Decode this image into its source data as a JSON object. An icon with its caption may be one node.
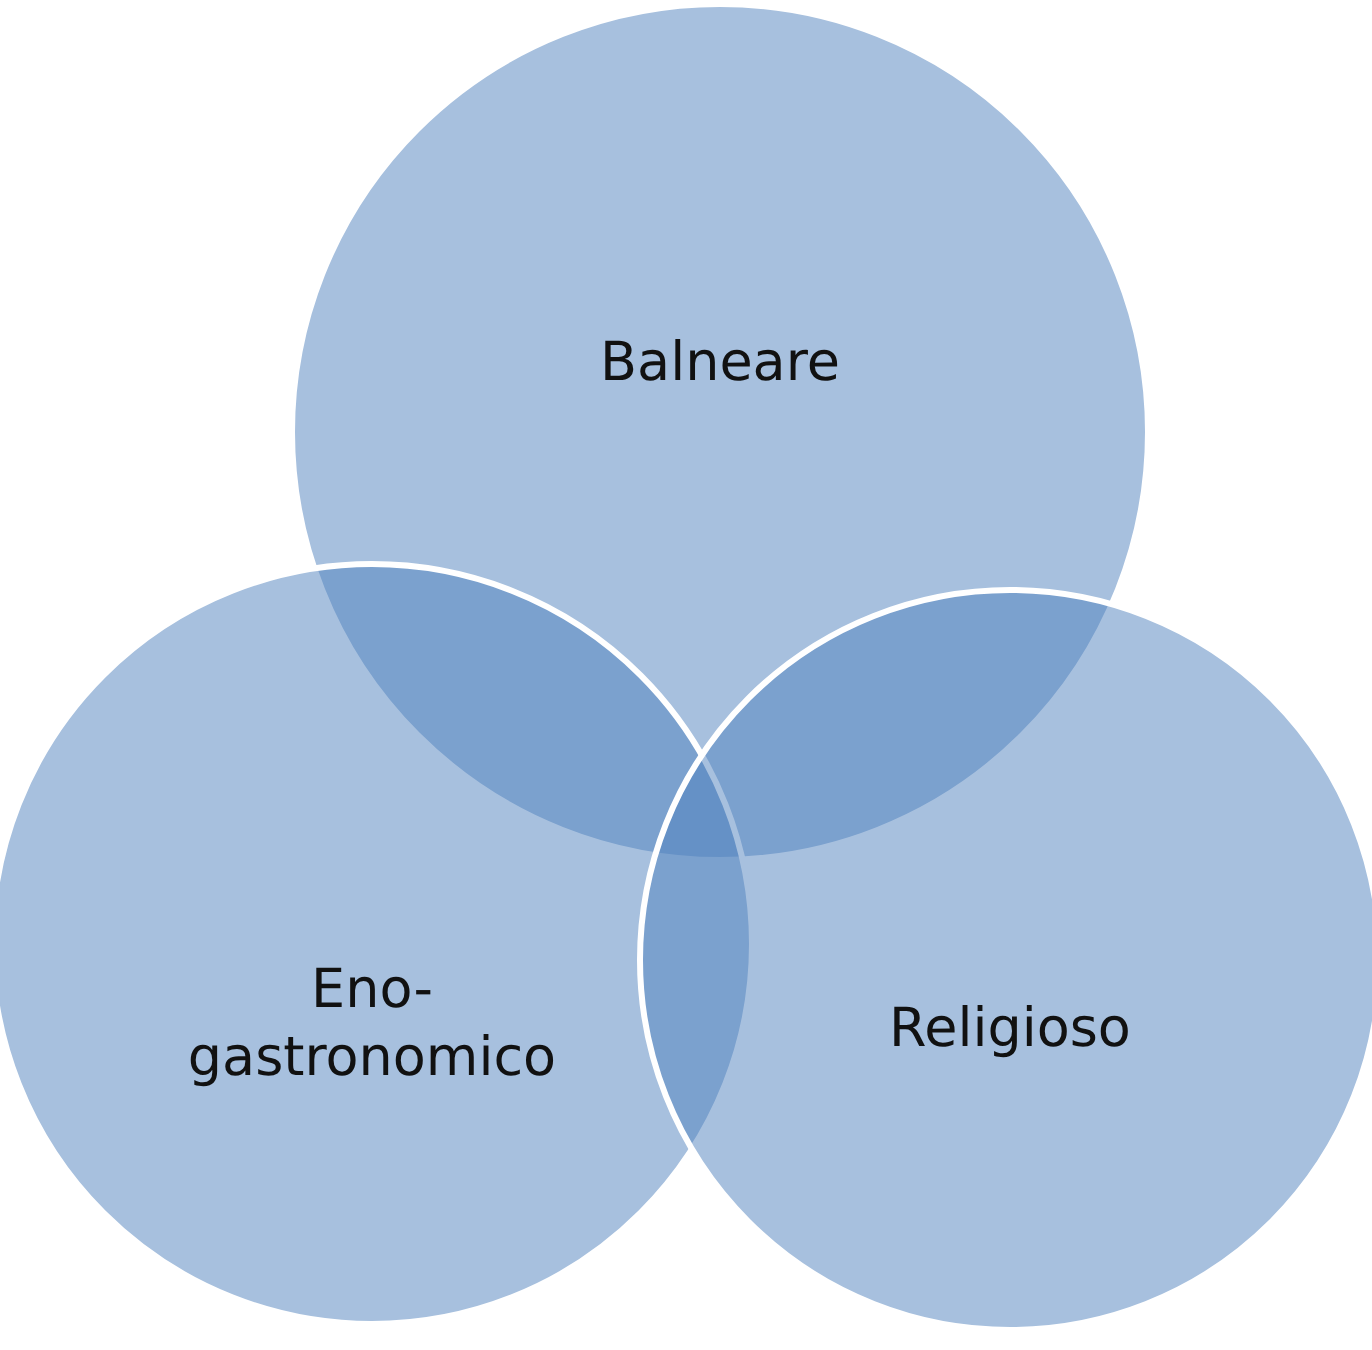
{
  "diagram": {
    "nodes": [
      {
        "text": [
          "Balneare"
        ]
      },
      {
        "text": [
          "Eno- gastronomico"
        ]
      },
      {
        "text": [
          "Religioso"
        ]
      }
    ]
  }
}
